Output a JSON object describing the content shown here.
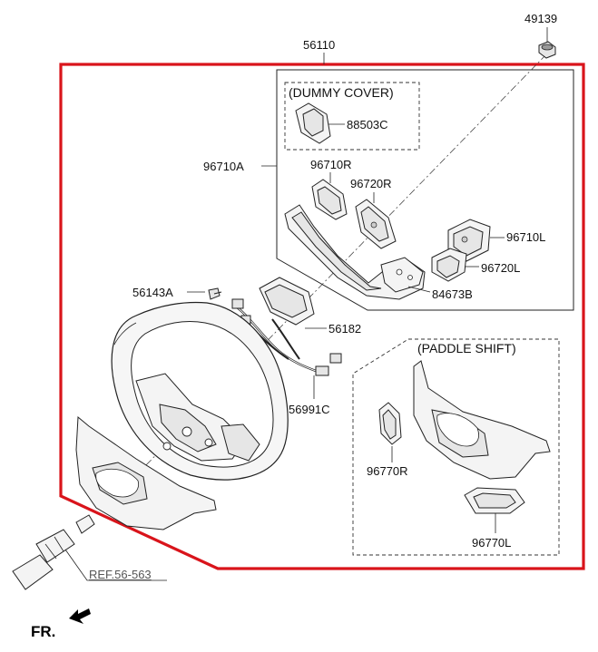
{
  "labels": {
    "l49139": "49139",
    "l56110": "56110",
    "dummy_cover": "(DUMMY COVER)",
    "l88503C": "88503C",
    "l96710A": "96710A",
    "l96710R": "96710R",
    "l96720R": "96720R",
    "l96710L": "96710L",
    "l96720L": "96720L",
    "l84673B": "84673B",
    "l56143A": "56143A",
    "l56182": "56182",
    "paddle_shift": "(PADDLE SHIFT)",
    "l56991C": "56991C",
    "l96770R": "96770R",
    "l96770L": "96770L",
    "ref": "REF.56-563",
    "fr": "FR."
  },
  "colors": {
    "frame": "#d9141b",
    "line": "#222222",
    "part_fill": "#f4f4f4"
  }
}
